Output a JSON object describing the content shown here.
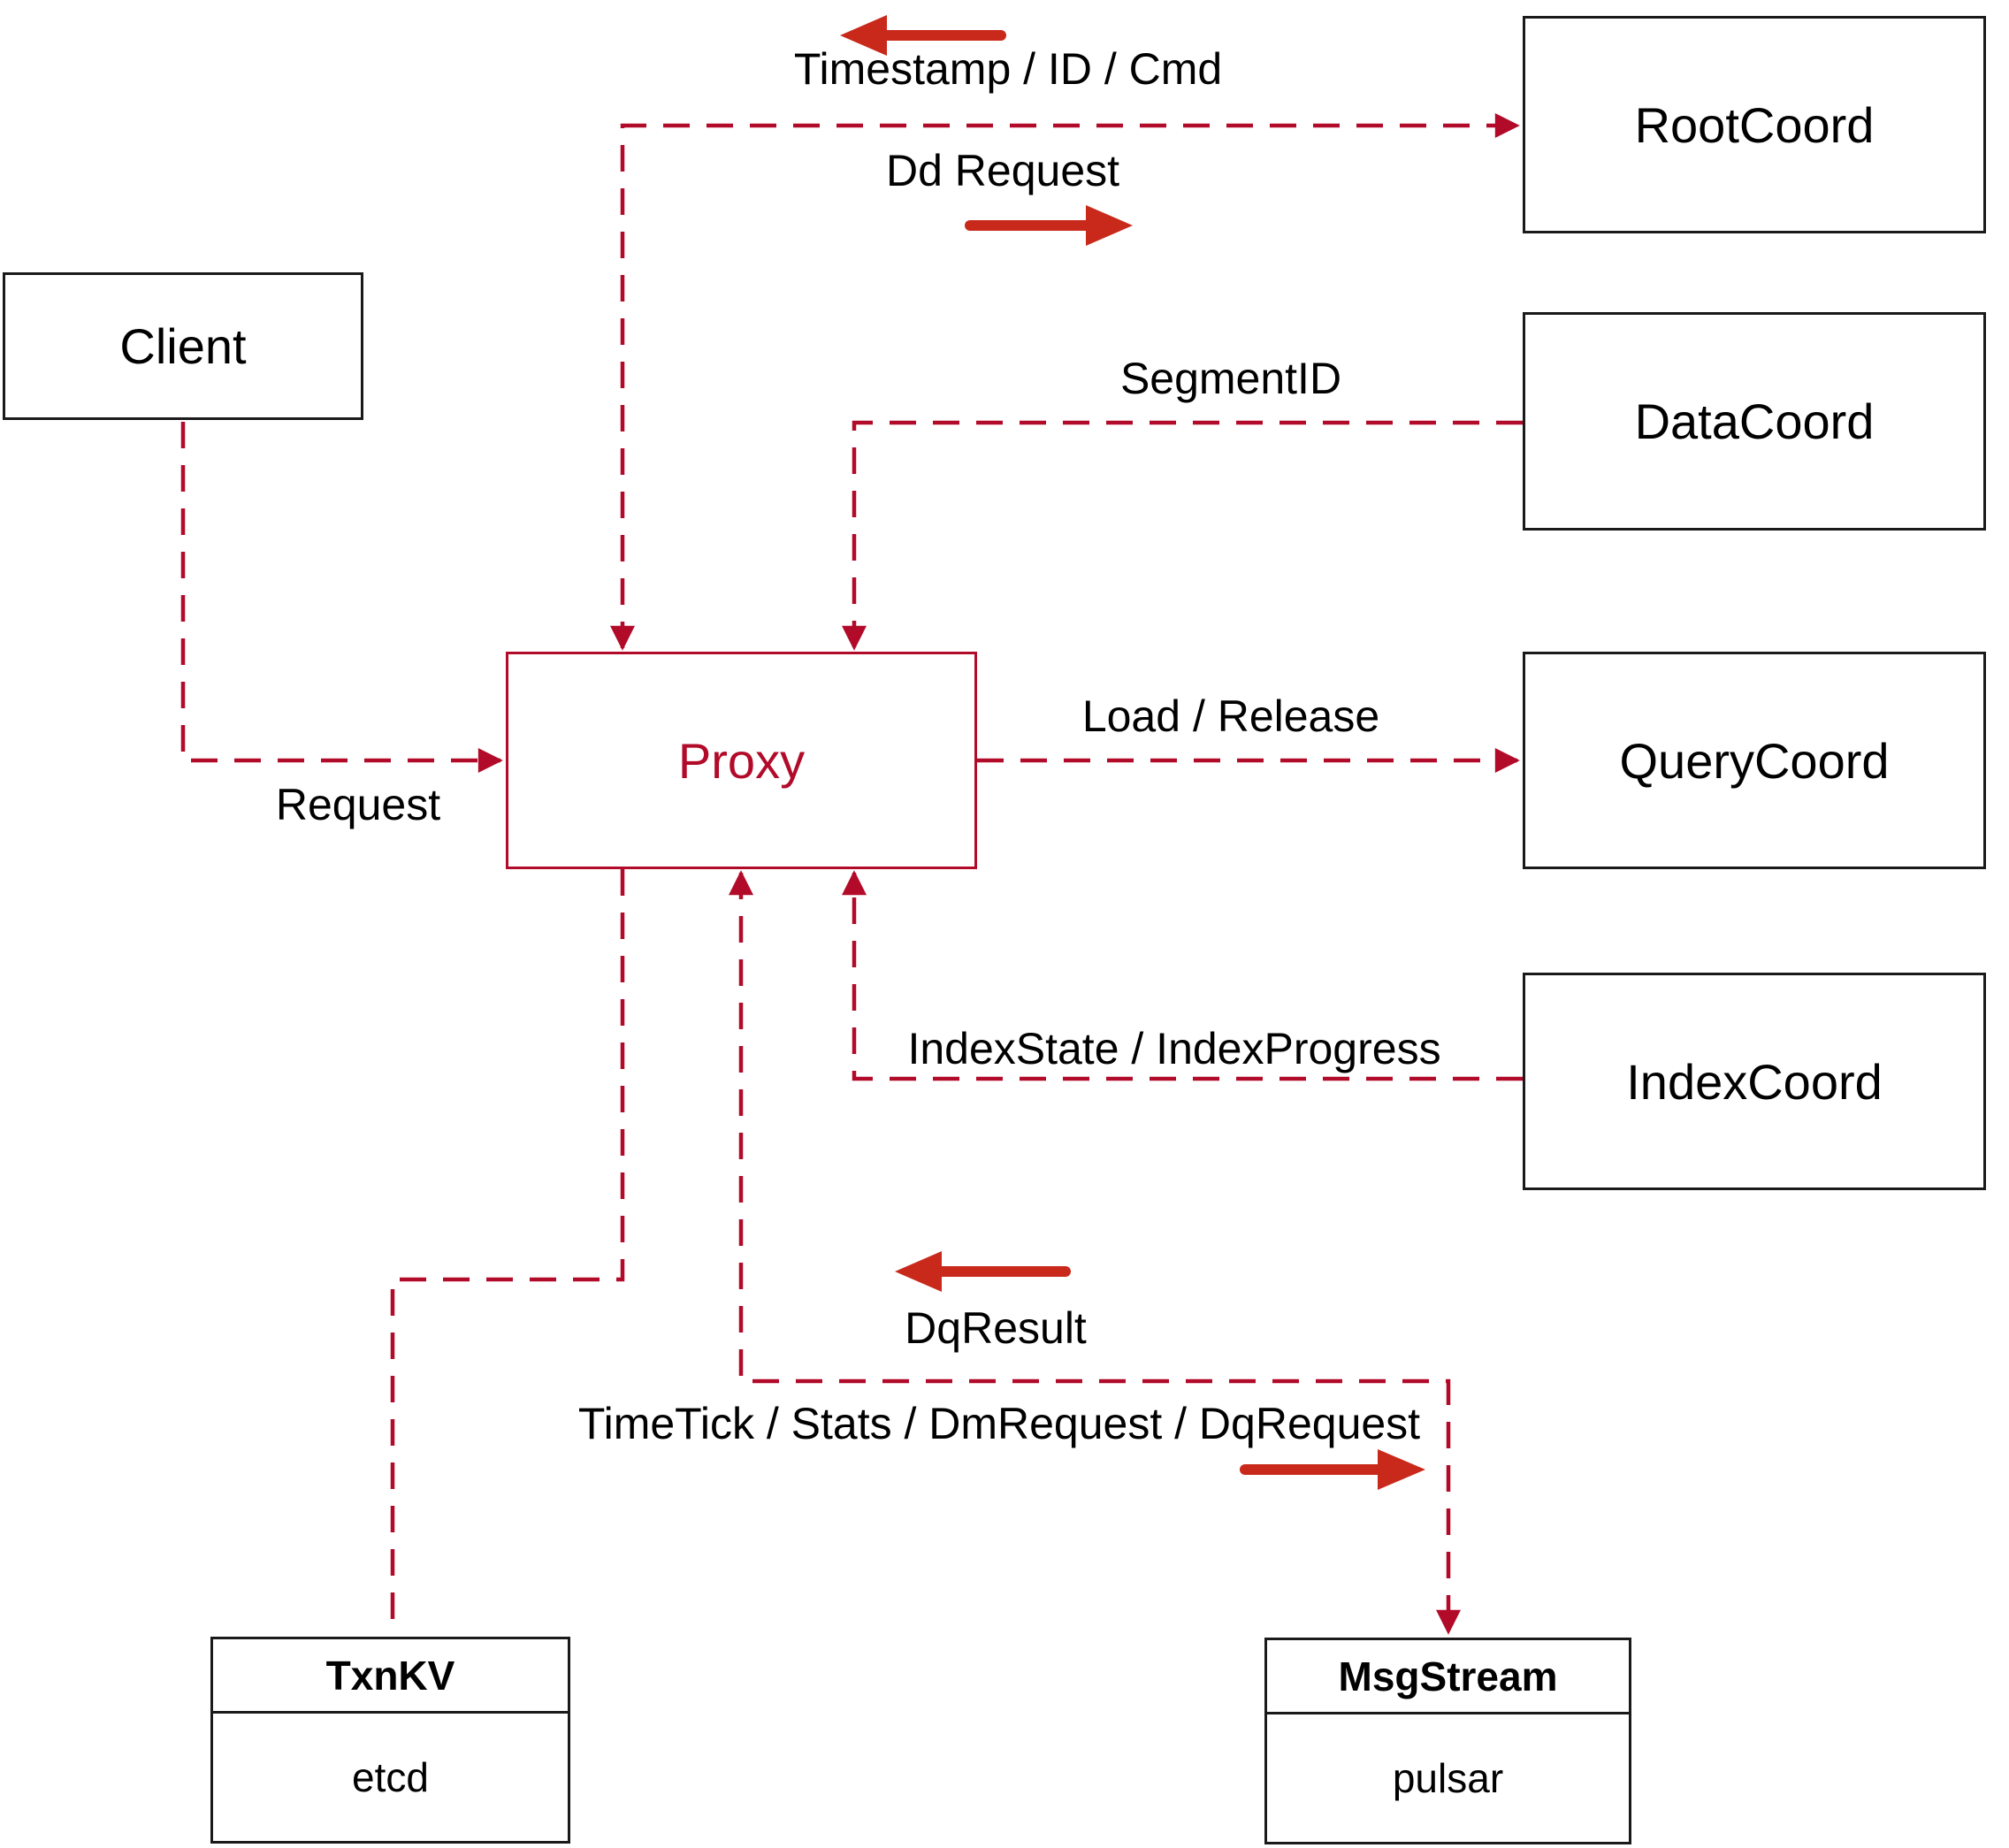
{
  "nodes": {
    "client": {
      "label": "Client"
    },
    "proxy": {
      "label": "Proxy"
    },
    "rootcoord": {
      "label": "RootCoord"
    },
    "datacoord": {
      "label": "DataCoord"
    },
    "querycoord": {
      "label": "QueryCoord"
    },
    "indexcoord": {
      "label": "IndexCoord"
    },
    "txnkv": {
      "title": "TxnKV",
      "impl": "etcd"
    },
    "msgstream": {
      "title": "MsgStream",
      "impl": "pulsar"
    }
  },
  "edges": {
    "root_to_proxy": {
      "label": "Timestamp / ID / Cmd"
    },
    "proxy_to_root": {
      "label": "Dd Request"
    },
    "data_to_proxy": {
      "label": "SegmentID"
    },
    "proxy_to_query": {
      "label": "Load / Release"
    },
    "client_to_proxy": {
      "label": "Request"
    },
    "index_to_proxy": {
      "label": "IndexState / IndexProgress"
    },
    "msg_to_proxy": {
      "label": "DqResult"
    },
    "proxy_to_msg": {
      "label": "TimeTick / Stats / DmRequest / DqRequest"
    }
  },
  "colors": {
    "connector": "#b20b2a",
    "direction_arrow": "#c9291b",
    "node_border": "#1a1a1a",
    "label_text": "#000000",
    "background": "#ffffff"
  }
}
